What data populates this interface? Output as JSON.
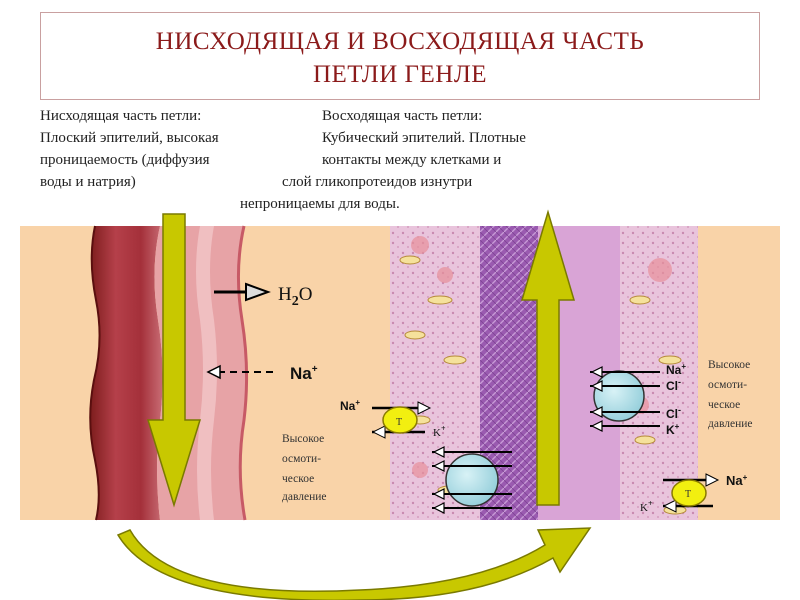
{
  "title": {
    "line1": "НИСХОДЯЩАЯ И ВОСХОДЯЩАЯ ЧАСТЬ",
    "line2": "ПЕТЛИ ГЕНЛЕ"
  },
  "descending": {
    "heading": "Нисходящая часть петли:",
    "line1": "Плоский эпителий, высокая",
    "line2": "проницаемость (диффузия",
    "line3": "воды и натрия)"
  },
  "ascending": {
    "heading": "Восходящая часть петли:",
    "line1": "Кубический эпителий. Плотные",
    "line2": "контакты между клетками и",
    "line3": "слой гликопротеидов изнутри",
    "line4": "непроницаемы для воды."
  },
  "labels": {
    "water": "H",
    "water_sub": "2",
    "water_o": "O",
    "na_left": "Na",
    "na_left_sup": "+",
    "pressure_left": [
      "Высокое",
      "осмоти-",
      "ческое",
      "давление"
    ],
    "pressure_right": [
      "Высокое",
      "осмоти-",
      "ческое",
      "давление"
    ],
    "na_mid": "Na",
    "na_mid_sup": "+",
    "k_mid": "K",
    "k_mid_sup": "+",
    "t_mid": "T",
    "na_r1": "Na",
    "na_r1_sup": "+",
    "cl_r1": "Cl",
    "cl_r1_sup": "-",
    "cl_r2": "Cl",
    "cl_r2_sup": "-",
    "k_r": "K",
    "k_r_sup": "+",
    "t_r": "T",
    "na_r2": "Na",
    "na_r2_sup": "+",
    "k_r2": "K",
    "k_r2_sup": "+"
  },
  "colors": {
    "title": "#8b1a1a",
    "arrow_fill": "#c8c800",
    "arrow_stroke": "#7a7a00",
    "background_tissue": "#f9d3a8",
    "descending_wall": "#9b2a2a",
    "lumen_purple": "#9a5ab0",
    "cell_pink": "#f0c0d0",
    "channel": "#a8dde8",
    "pump_yellow": "#f2ef10"
  }
}
